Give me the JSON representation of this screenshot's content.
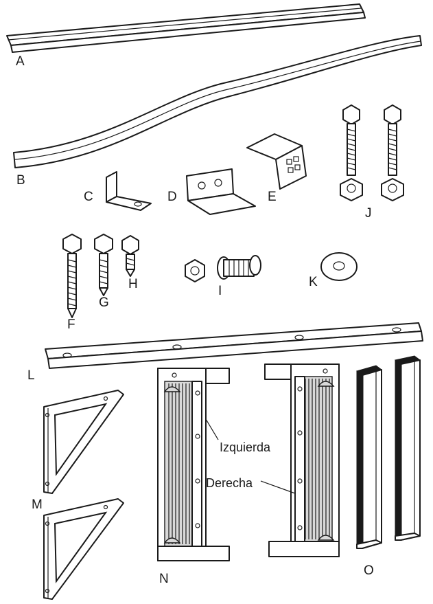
{
  "labels": {
    "A": "A",
    "B": "B",
    "C": "C",
    "D": "D",
    "E": "E",
    "F": "F",
    "G": "G",
    "H": "H",
    "I": "I",
    "J": "J",
    "K": "K",
    "L": "L",
    "M": "M",
    "N": "N",
    "O": "O"
  },
  "callouts": {
    "izquierda": "Izquierda",
    "derecha": "Derecha"
  },
  "colors": {
    "line": "#1a1a1a",
    "fill": "#ffffff",
    "shade": "#d9d9d9"
  }
}
